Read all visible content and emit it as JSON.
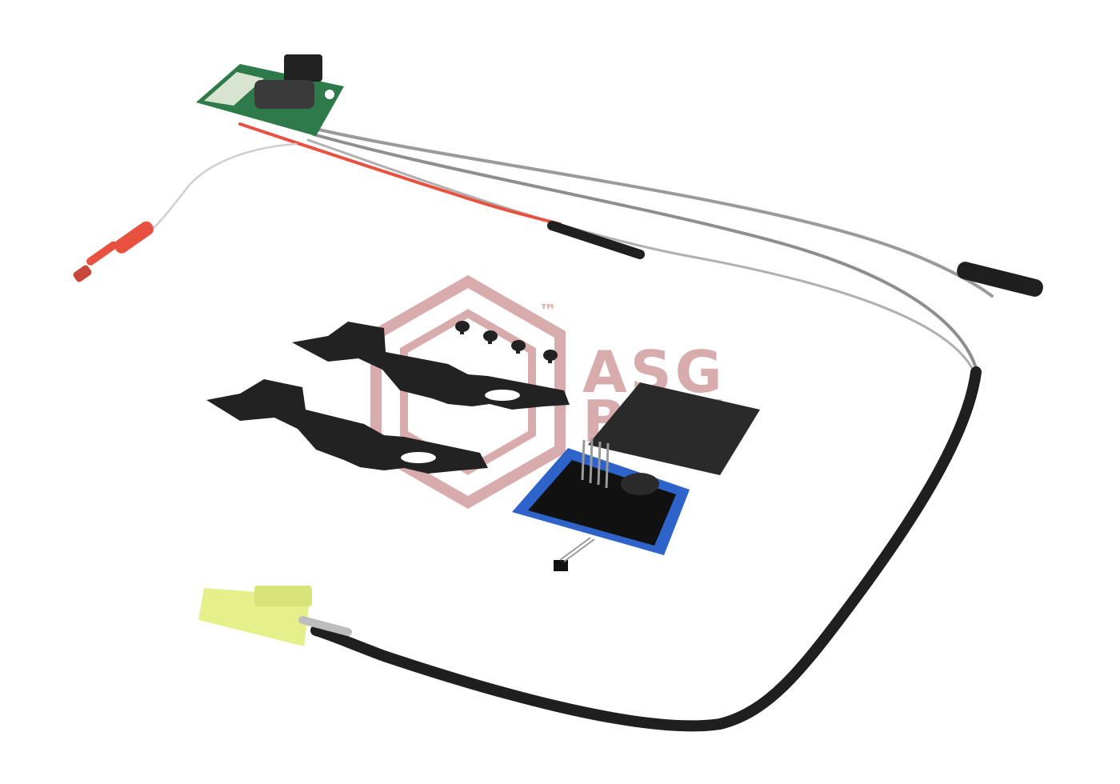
{
  "watermark": {
    "brand_line1": "ASG",
    "brand_line2": "BOX",
    "trademark": "™",
    "color": "#b9696b"
  },
  "colors": {
    "wire_black": "#1f1f1f",
    "wire_grey": "#9a9a9a",
    "wire_red": "#e8503f",
    "pcb_green": "#2f7a4a",
    "sensor_blue": "#2e63c9",
    "connector_yellow": "#e6f08a",
    "plastic_black": "#222222"
  },
  "objects": [
    "switch-board",
    "wiring-harness",
    "red-connector",
    "grey-connector",
    "mounting-plates",
    "screws",
    "sensor-module",
    "adhesive-pad",
    "mini-tamiya-plug"
  ]
}
